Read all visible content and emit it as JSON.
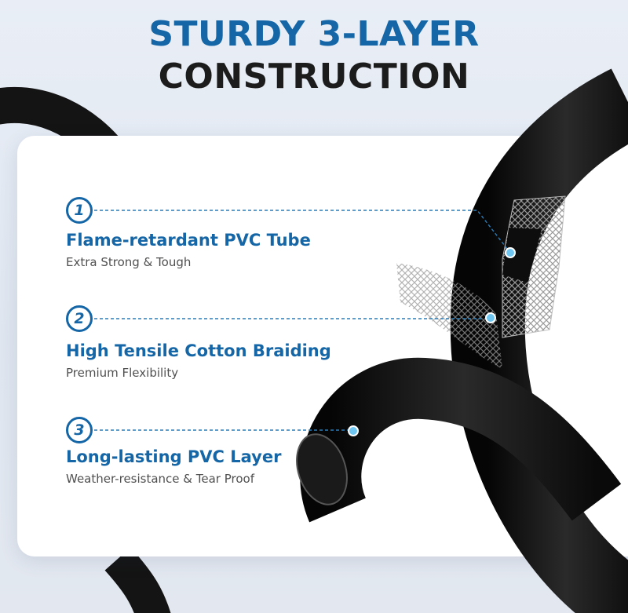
{
  "header": {
    "title_line1": "STURDY 3-LAYER",
    "title_line2": "CONSTRUCTION"
  },
  "features": [
    {
      "number": "1",
      "title": "Flame-retardant PVC Tube",
      "subtitle": "Extra Strong & Tough"
    },
    {
      "number": "2",
      "title": "High Tensile Cotton Braiding",
      "subtitle": "Premium Flexibility"
    },
    {
      "number": "3",
      "title": "Long-lasting PVC Layer",
      "subtitle": "Weather-resistance & Tear Proof"
    }
  ],
  "colors": {
    "accent": "#1566a6",
    "title_dark": "#1c1c1c",
    "hose": "#111111",
    "pointer": "#6fc6f0"
  }
}
